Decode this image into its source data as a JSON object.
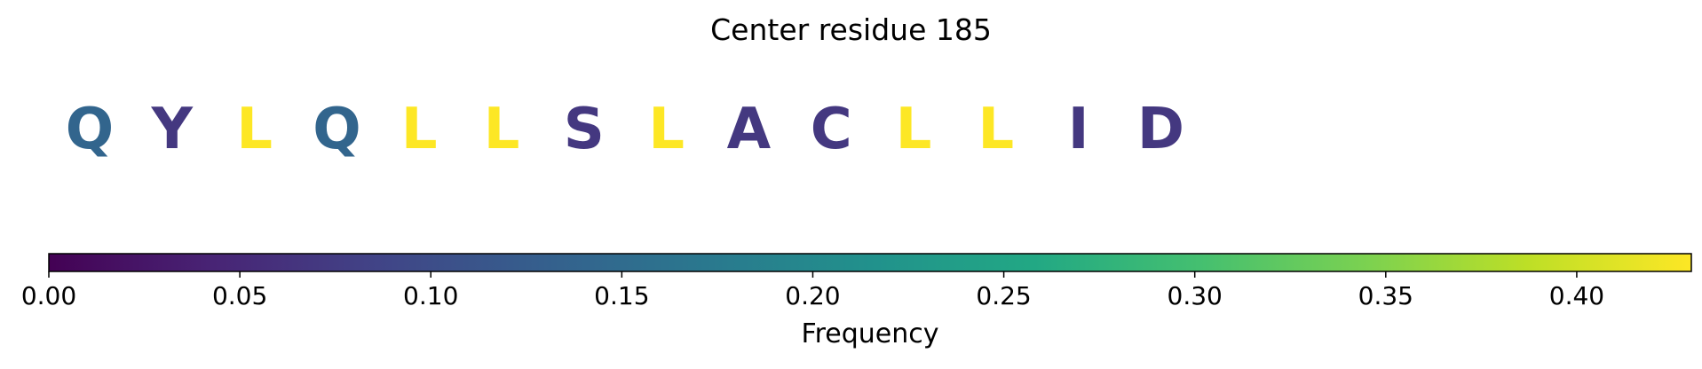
{
  "chart_data": {
    "type": "sequence-colormap",
    "title": "Center residue 185",
    "residues": [
      {
        "letter": "Q",
        "frequency": 0.14
      },
      {
        "letter": "Y",
        "frequency": 0.07
      },
      {
        "letter": "L",
        "frequency": 0.43
      },
      {
        "letter": "Q",
        "frequency": 0.14
      },
      {
        "letter": "L",
        "frequency": 0.43
      },
      {
        "letter": "L",
        "frequency": 0.43
      },
      {
        "letter": "S",
        "frequency": 0.07
      },
      {
        "letter": "L",
        "frequency": 0.43
      },
      {
        "letter": "A",
        "frequency": 0.07
      },
      {
        "letter": "C",
        "frequency": 0.07
      },
      {
        "letter": "L",
        "frequency": 0.43
      },
      {
        "letter": "L",
        "frequency": 0.43
      },
      {
        "letter": "I",
        "frequency": 0.07
      },
      {
        "letter": "D",
        "frequency": 0.07
      }
    ],
    "colorbar": {
      "label": "Frequency",
      "colormap": "viridis",
      "range": [
        0,
        0.43
      ],
      "ticks": [
        0.0,
        0.05,
        0.1,
        0.15,
        0.2,
        0.25,
        0.3,
        0.35,
        0.4
      ],
      "tick_labels": [
        "0.00",
        "0.05",
        "0.10",
        "0.15",
        "0.20",
        "0.25",
        "0.30",
        "0.35",
        "0.40"
      ]
    }
  }
}
